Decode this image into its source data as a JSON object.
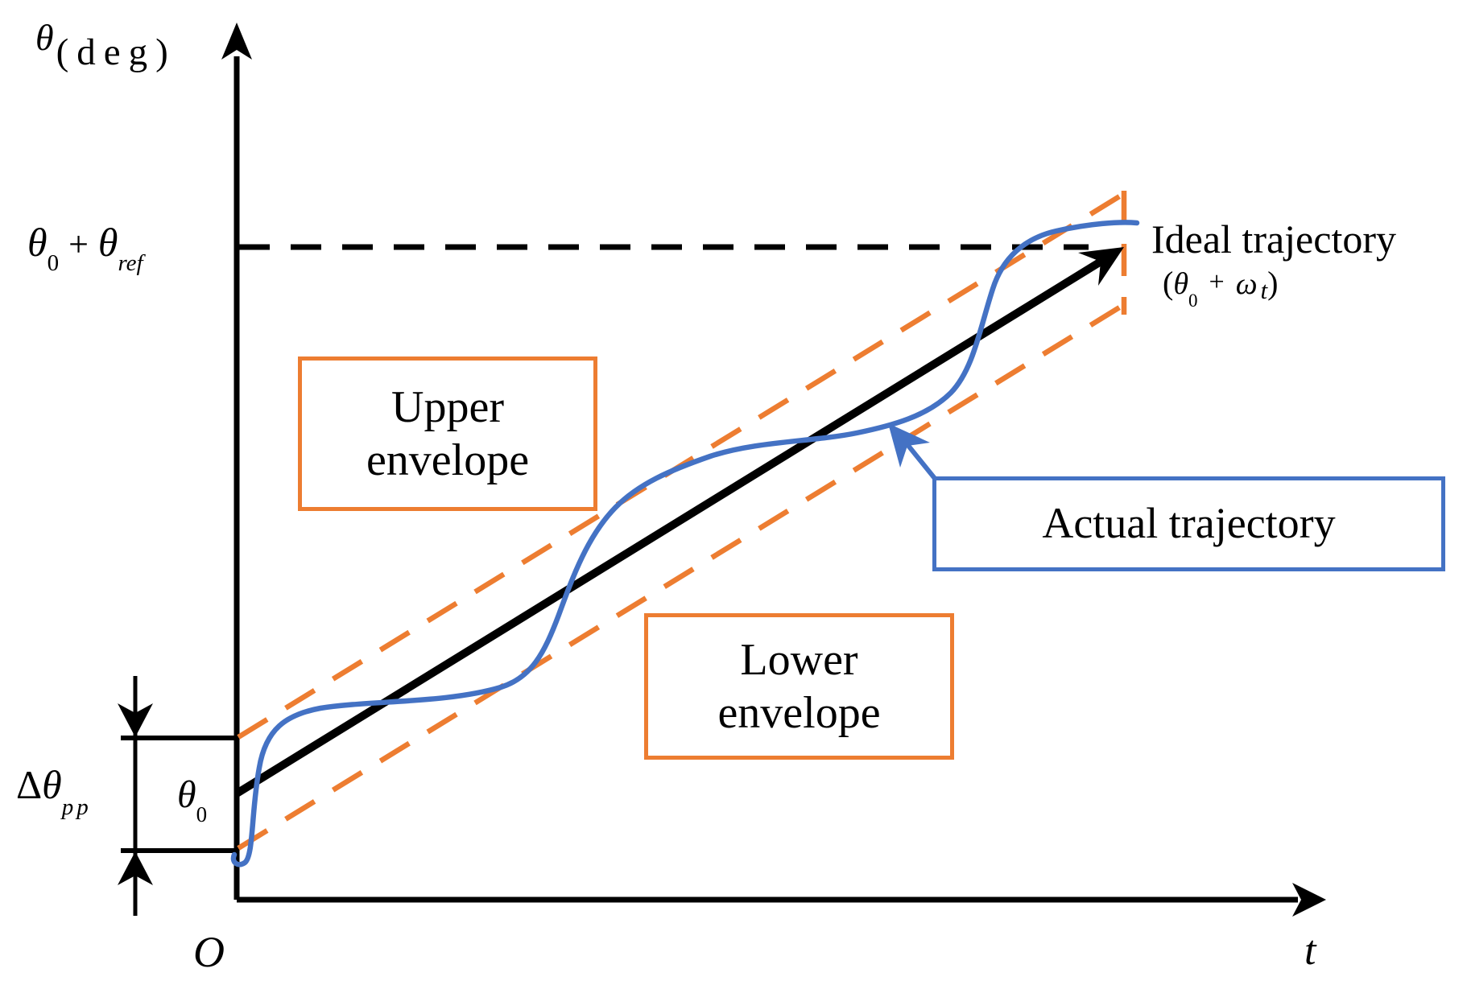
{
  "colors": {
    "orange": "#ED7D31",
    "blue": "#4472C4",
    "black": "#000000",
    "background": "#FFFFFF"
  },
  "y_axis": {
    "symbol": "θ",
    "unit": "(deg)"
  },
  "x_axis": {
    "label": "t"
  },
  "origin": {
    "label": "O"
  },
  "ref_level_label": {
    "theta": "θ",
    "sub_zero": "0",
    "plus": "+",
    "theta_ref": "θ",
    "sub_ref": "ref"
  },
  "delta_label": {
    "delta": "Δ",
    "theta": "θ",
    "sub": "pp"
  },
  "theta0_label": {
    "theta": "θ",
    "sub": "0"
  },
  "boxes": {
    "upper_envelope": {
      "line1": "Upper",
      "line2": "envelope"
    },
    "lower_envelope": {
      "line1": "Lower",
      "line2": "envelope"
    },
    "actual_trajectory": {
      "label": "Actual trajectory"
    }
  },
  "ideal_label": {
    "title": "Ideal trajectory",
    "formula": {
      "open": "(",
      "theta": "θ",
      "sub_zero": "0",
      "plus": "+",
      "omega": "ω",
      "t": "t",
      "close": ")"
    }
  },
  "figure_semantics": {
    "type": "schematic-plot",
    "lines": [
      {
        "name": "ideal-trajectory",
        "style": "solid",
        "color": "#000000"
      },
      {
        "name": "actual-trajectory",
        "style": "solid-wavy",
        "color": "#4472C4"
      },
      {
        "name": "upper-envelope",
        "style": "dashed",
        "color": "#ED7D31"
      },
      {
        "name": "lower-envelope",
        "style": "dashed",
        "color": "#ED7D31"
      },
      {
        "name": "reference-level",
        "style": "dashed",
        "color": "#000000"
      }
    ]
  }
}
